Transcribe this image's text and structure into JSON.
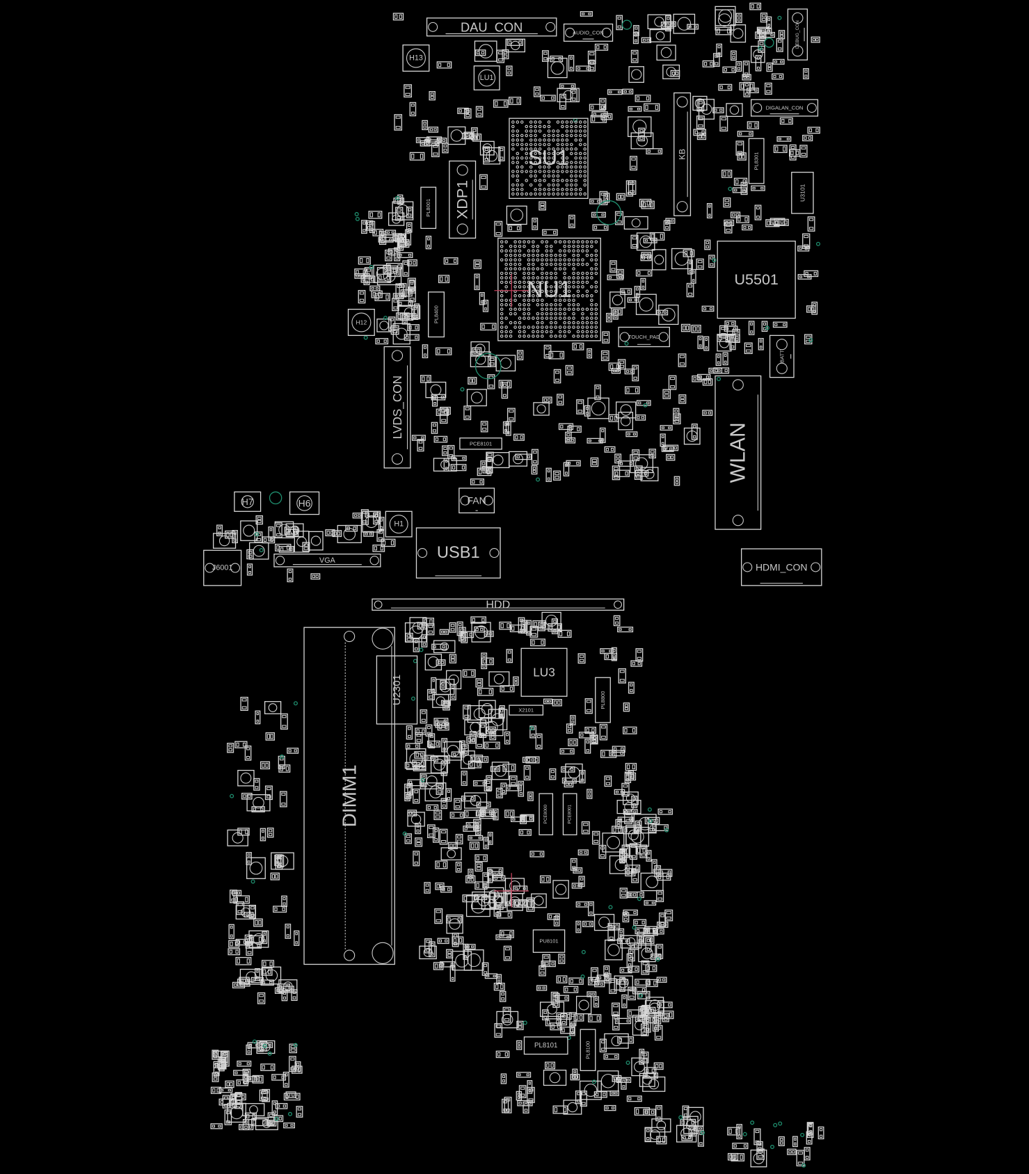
{
  "view": {
    "title": "Boardview",
    "colors": {
      "background": "#000000",
      "outline": "#d8d8d8",
      "via": "#1f8f6f",
      "cursor": "#c0405a"
    }
  },
  "components": {
    "dau_con": "DAU_CON",
    "audio_con": "AUDIO_CON",
    "h13": "H13",
    "lu1": "LU1",
    "su1": "SU1",
    "xdp1": "XDP1",
    "kb": "KB",
    "nu1": "NU1",
    "u5501": "U5501",
    "digalan_con": "DIGALAN_CON",
    "debug_con": "DEBUG_CON",
    "u3101": "U3101",
    "pl8301": "PL8301",
    "pl8400": "PL8400",
    "pl8001": "PL8001",
    "lvds_con": "LVDS_CON",
    "touch_pad": "TOUCH_PAD",
    "wlan": "WLAN",
    "hdmi_con": "HDMI_CON",
    "usb1": "USB1",
    "fan": "FAN",
    "h7": "H7",
    "h6": "H6",
    "h1": "H1",
    "h12": "H12",
    "vga": "VGA",
    "j6001": "J6001",
    "pce8101": "PCE8101",
    "batt": "BATT",
    "hdd": "HDD",
    "dimm1": "DIMM1",
    "u2301": "U2301",
    "lu3": "LU3",
    "x2101": "X2101",
    "pl8800": "PL8800",
    "pce8000": "PCE8000",
    "pce8001": "PCE8001",
    "pu8101": "PU8101",
    "pl8101": "PL8101",
    "pl8100": "PL8100"
  }
}
